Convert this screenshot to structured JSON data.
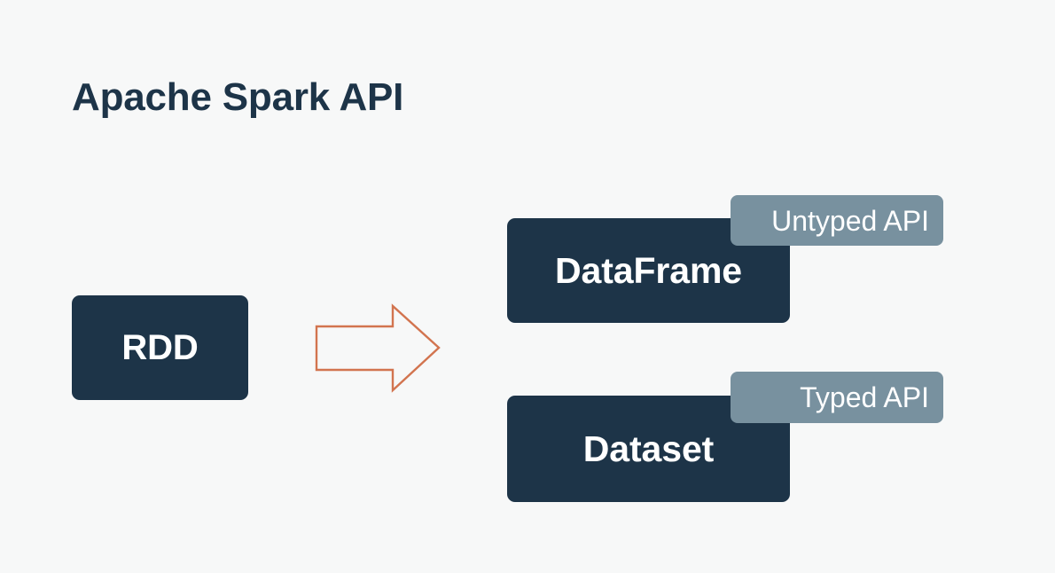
{
  "page": {
    "title": "Apache Spark API",
    "background_color": "#f7f8f8"
  },
  "colors": {
    "navy": "#1d3448",
    "slate": "#78919f",
    "terracotta": "#d2744f",
    "text_on_dark": "#ffffff",
    "title": "#1d3448"
  },
  "diagram": {
    "type": "flow",
    "source": {
      "id": "rdd",
      "label": "RDD"
    },
    "connector": {
      "id": "flow-arrow",
      "kind": "block-arrow",
      "direction": "right",
      "style": "outline",
      "color": "#d2744f"
    },
    "targets": [
      {
        "id": "dataframe",
        "label": "DataFrame",
        "badge": "Untyped API"
      },
      {
        "id": "dataset",
        "label": "Dataset",
        "badge": "Typed API"
      }
    ]
  }
}
